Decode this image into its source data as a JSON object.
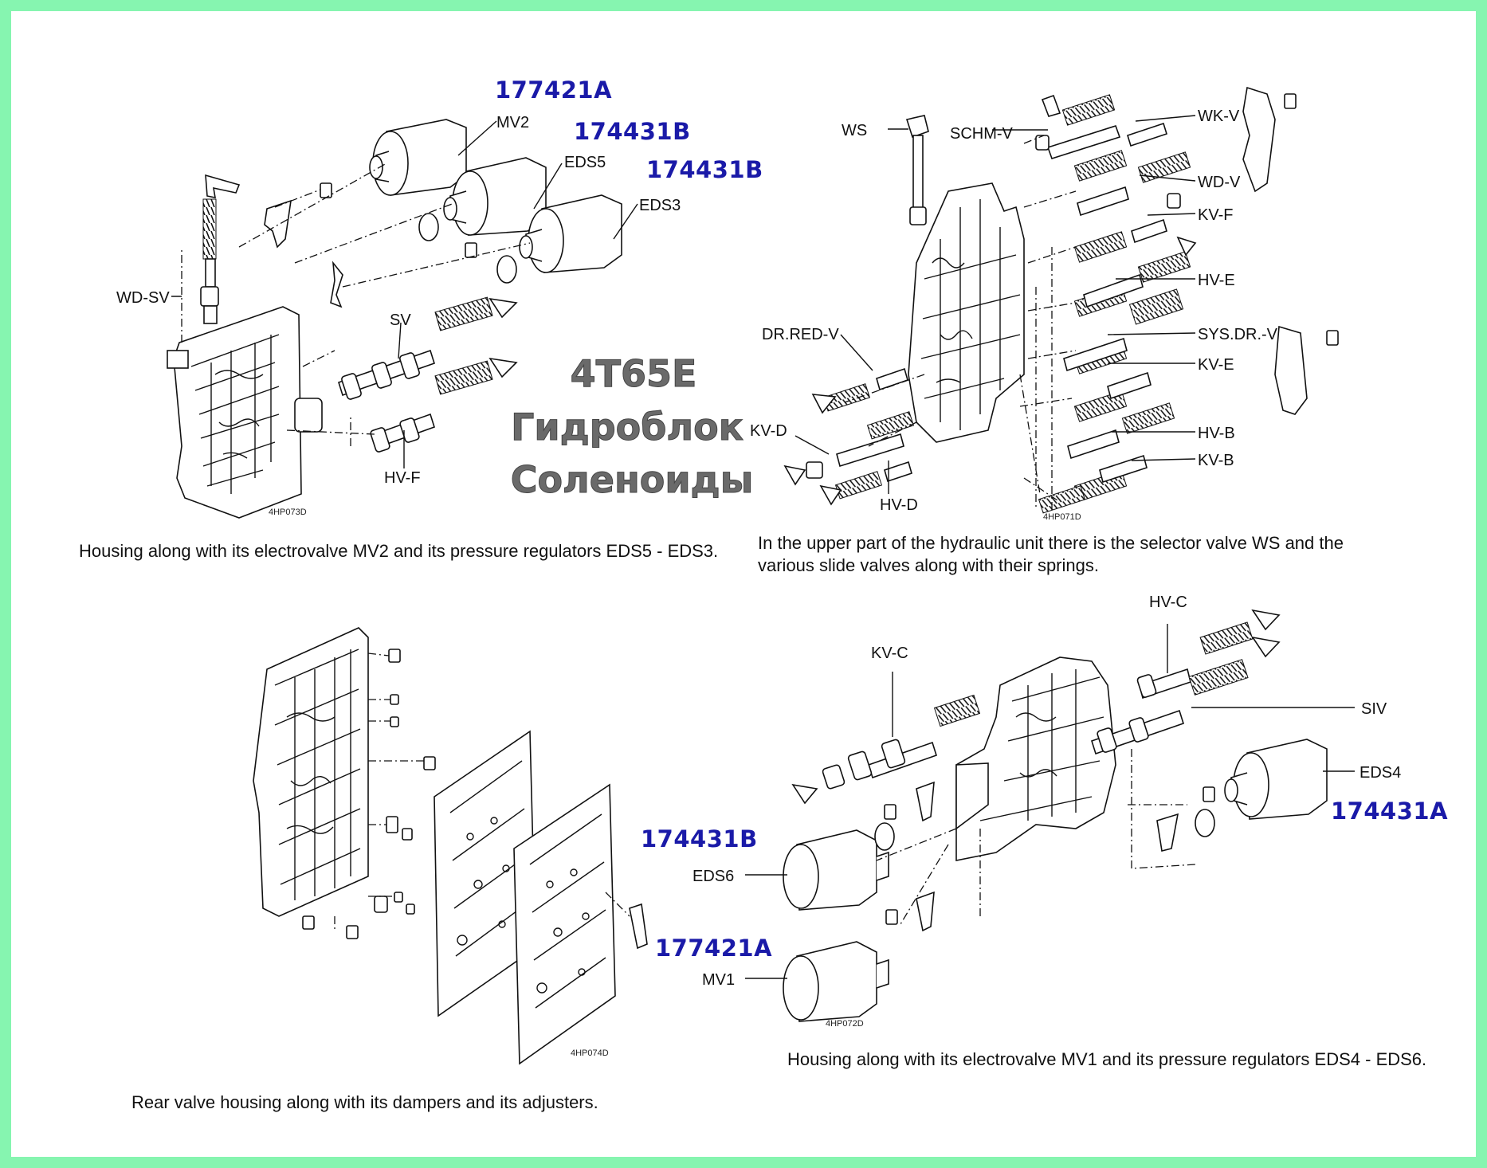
{
  "title": {
    "line1": "4T65E",
    "line2": "Гидроблок",
    "line3": "Соленоиды"
  },
  "top_left": {
    "part_numbers": [
      "177421A",
      "174431B",
      "174431B"
    ],
    "labels": {
      "mv2": "MV2",
      "eds5": "EDS5",
      "eds3": "EDS3",
      "wd_sv": "WD-SV",
      "sv": "SV",
      "hv_f": "HV-F"
    },
    "drawing_code": "4HP073D",
    "caption": "Housing along with its electrovalve MV2 and its pressure regulators EDS5 - EDS3."
  },
  "top_right": {
    "labels": {
      "ws": "WS",
      "schm_v": "SCHM-V",
      "wk_v": "WK-V",
      "wd_v": "WD-V",
      "kv_f": "KV-F",
      "hv_e": "HV-E",
      "dr_red_v": "DR.RED-V",
      "sys_dr_v": "SYS.DR.-V",
      "kv_e": "KV-E",
      "kv_d": "KV-D",
      "hv_b": "HV-B",
      "kv_b": "KV-B",
      "hv_d": "HV-D"
    },
    "drawing_code": "4HP071D",
    "caption": "In the upper part of the hydraulic unit there is the selector valve WS and the various slide valves along with their springs."
  },
  "bottom_left": {
    "drawing_code": "4HP074D",
    "caption": "Rear valve housing along with its dampers and its adjusters."
  },
  "bottom_right": {
    "part_numbers": {
      "eds6": "174431B",
      "mv1": "177421A",
      "eds4": "174431A"
    },
    "labels": {
      "hv_c": "HV-C",
      "kv_c": "KV-C",
      "siv": "SIV",
      "eds4": "EDS4",
      "eds6": "EDS6",
      "mv1": "MV1"
    },
    "drawing_code": "4HP072D",
    "caption": "Housing along with its electrovalve MV1 and its pressure regulators EDS4 - EDS6."
  }
}
